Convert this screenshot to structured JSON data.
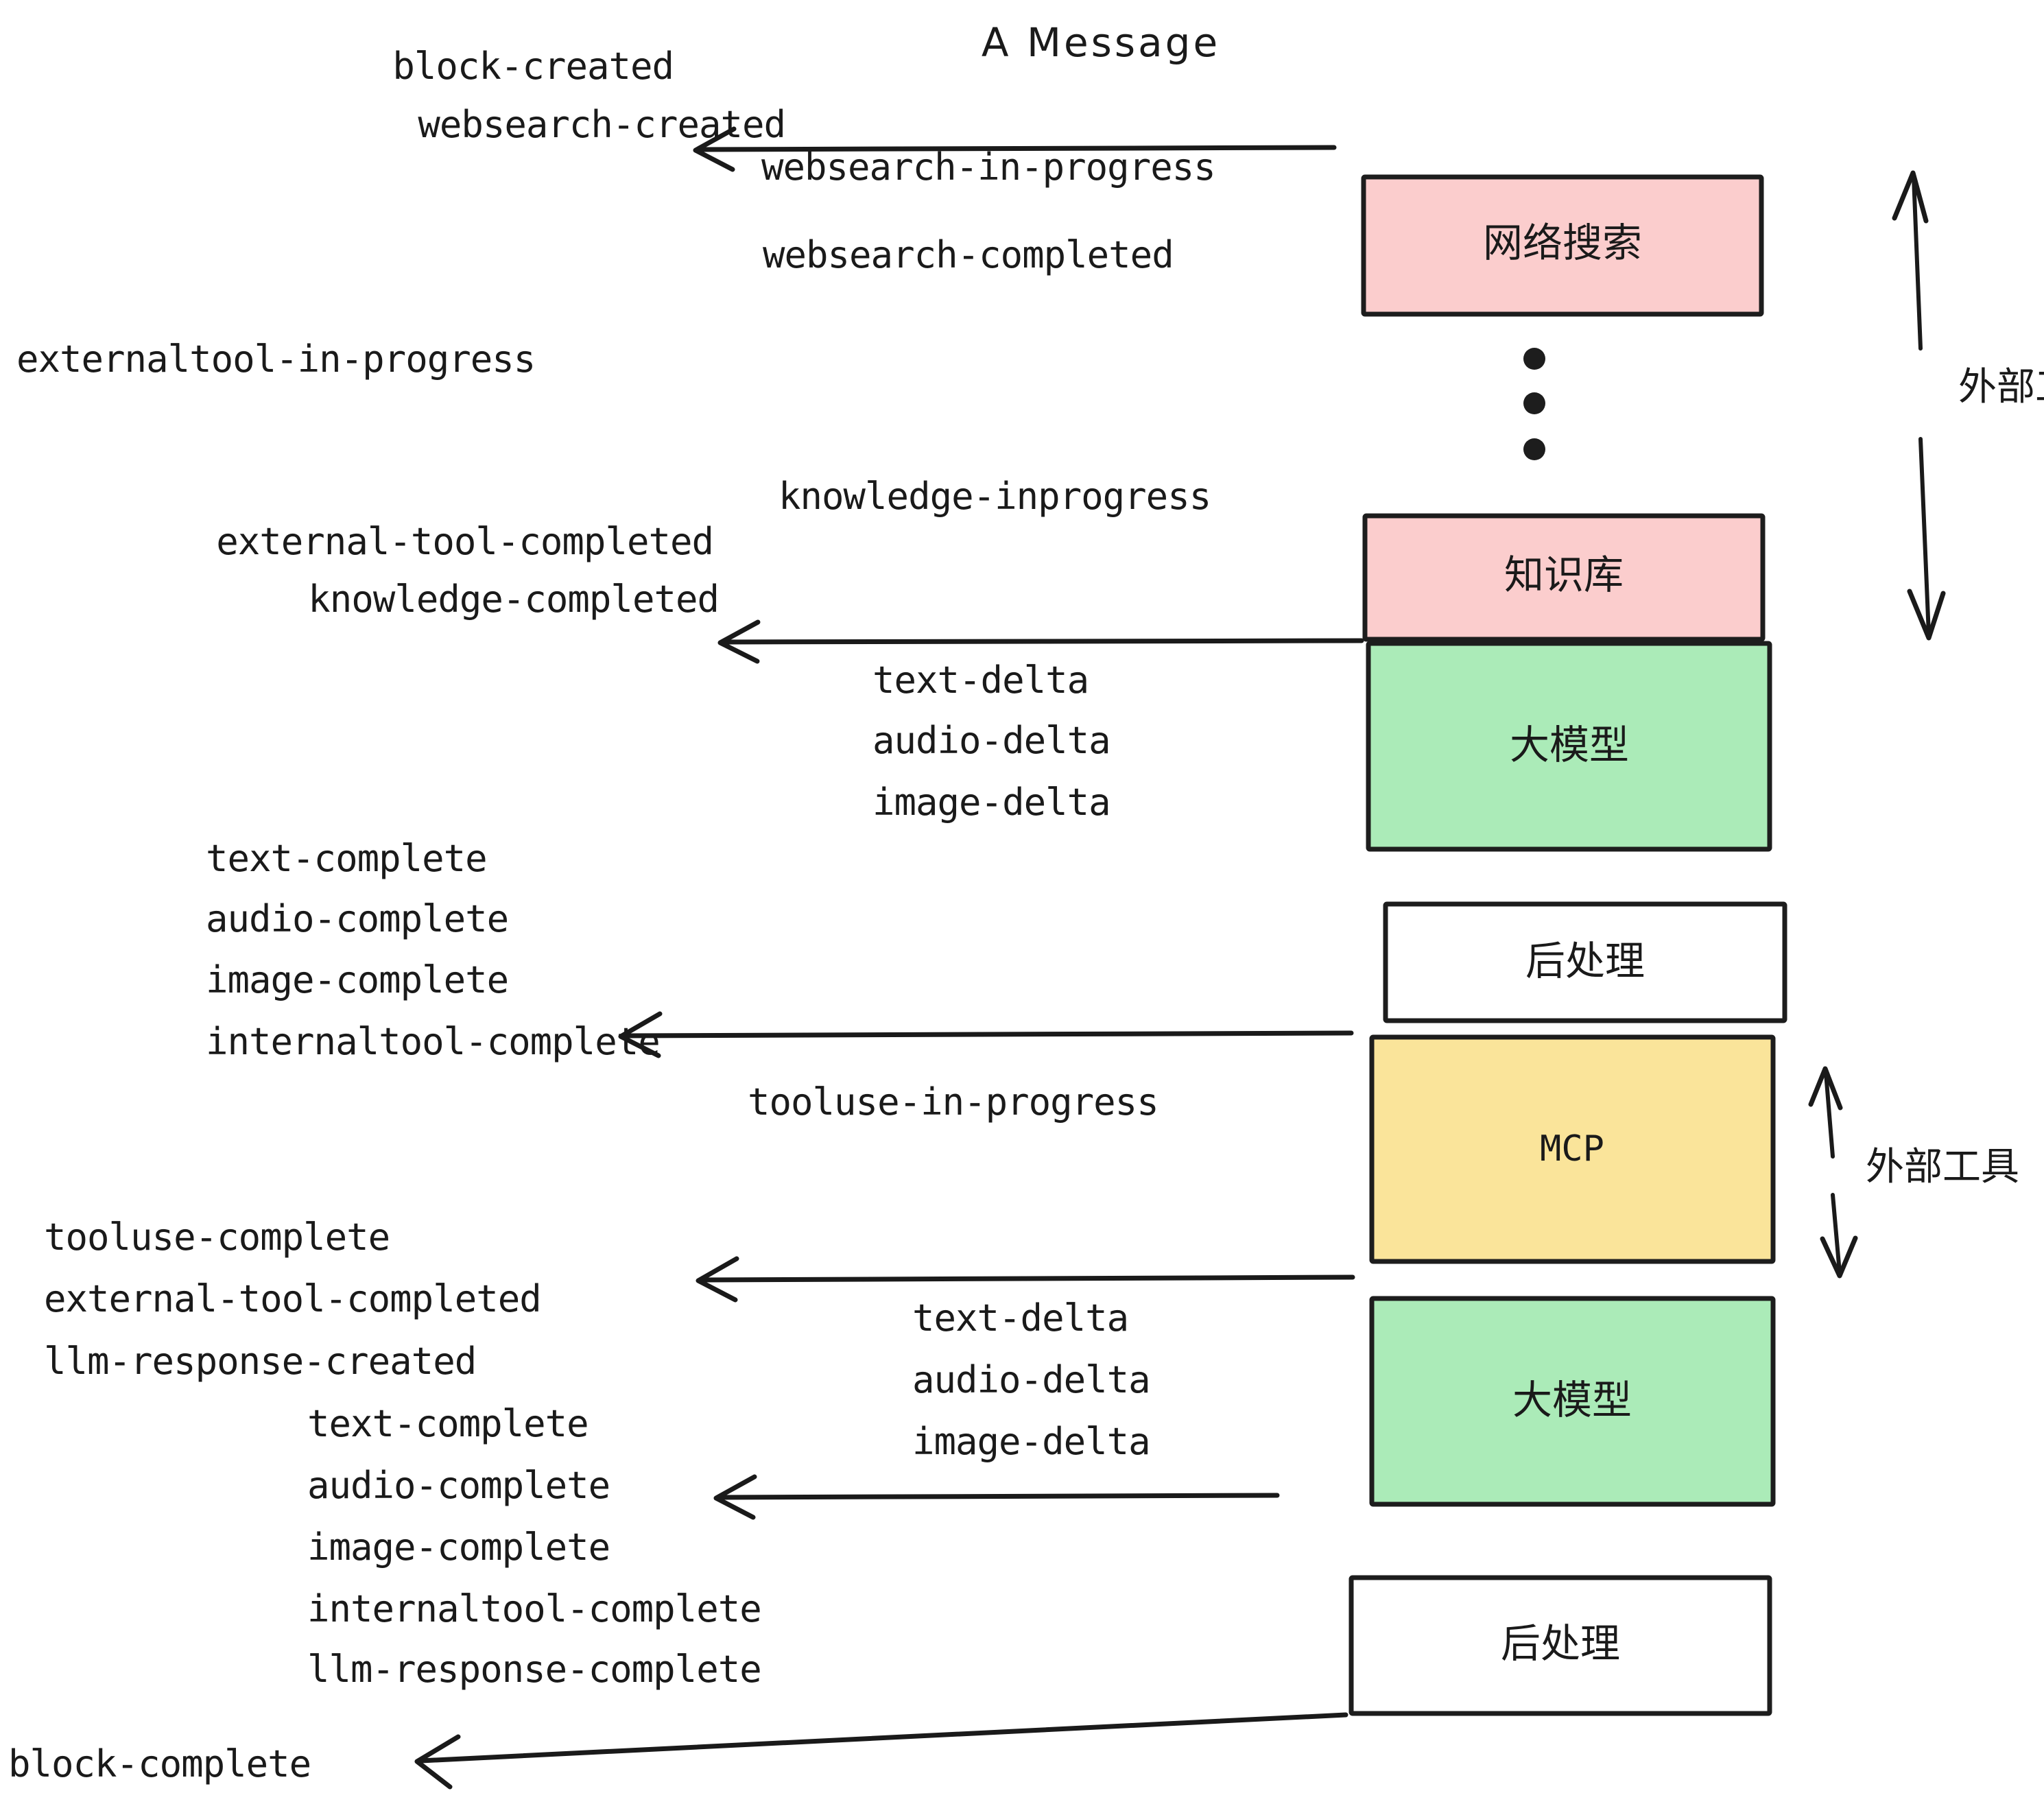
{
  "title": "A Message",
  "colors": {
    "pink": "#FBCDCD",
    "green": "#ABEBB8",
    "yellow": "#FAE49A",
    "white": "#FFFFFF",
    "stroke": "#1D1D1D",
    "text": "#1A1A1A",
    "background": "#FFFFFF"
  },
  "boxes": [
    {
      "id": "websearch",
      "label": "网络搜索",
      "fill": "#FBCDCD"
    },
    {
      "id": "knowledge",
      "label": "知识库",
      "fill": "#FBCDCD"
    },
    {
      "id": "llm-top",
      "label": "大模型",
      "fill": "#ABEBB8"
    },
    {
      "id": "postprocess-top",
      "label": "后处理",
      "fill": "#FFFFFF"
    },
    {
      "id": "mcp",
      "label": "MCP",
      "fill": "#FAE49A"
    },
    {
      "id": "llm-bottom",
      "label": "大模型",
      "fill": "#ABEBB8"
    },
    {
      "id": "postprocess-bottom",
      "label": "后处理",
      "fill": "#FFFFFF"
    }
  ],
  "side_labels": [
    {
      "id": "external-tools-top",
      "label": "外部工具"
    },
    {
      "id": "external-tools-bottom",
      "label": "外部工具"
    }
  ],
  "events": {
    "group_block_created": [
      "block-created",
      "websearch-created"
    ],
    "group_websearch": [
      "websearch-in-progress",
      "websearch-completed"
    ],
    "externaltool_in_progress": "externaltool-in-progress",
    "knowledge_inprogress": "knowledge-inprogress",
    "group_tool_completed": [
      "external-tool-completed",
      "knowledge-completed"
    ],
    "group_deltas_top": [
      "text-delta",
      "audio-delta",
      "image-delta"
    ],
    "group_completes_mid": [
      "text-complete",
      "audio-complete",
      "image-complete",
      "internaltool-complete"
    ],
    "tooluse_in_progress": "tooluse-in-progress",
    "group_tooluse_done": [
      "tooluse-complete",
      "external-tool-completed",
      "llm-response-created"
    ],
    "group_deltas_bottom": [
      "text-delta",
      "audio-delta",
      "image-delta"
    ],
    "group_completes_bottom": [
      "text-complete",
      "audio-complete",
      "image-complete",
      "internaltool-complete",
      "llm-response-complete"
    ],
    "block_complete": "block-complete"
  },
  "ellipsis_dots": 3
}
